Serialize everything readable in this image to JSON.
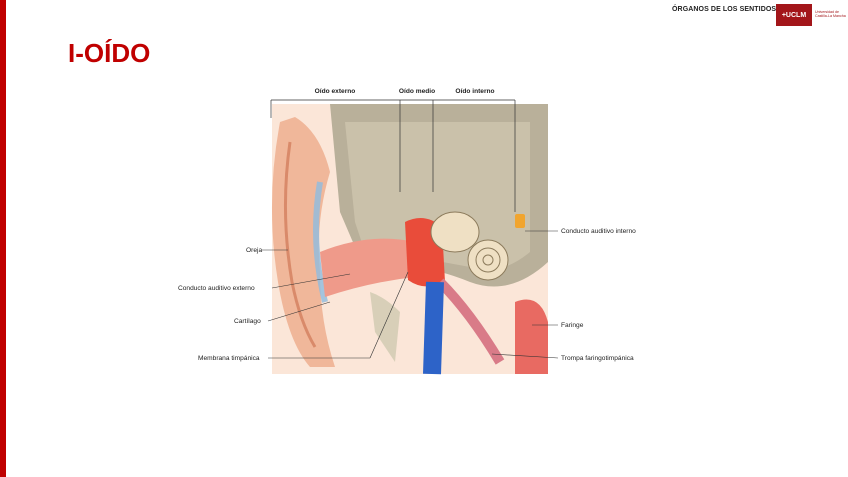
{
  "header": {
    "title": "ÓRGANOS DE LOS SENTIDOS"
  },
  "logo": {
    "text": "+UCLM",
    "subtitle": "Universidad de Castilla-La Mancha"
  },
  "page": {
    "title": "I-OÍDO"
  },
  "diagram": {
    "regions": {
      "outer": "Oído externo",
      "middle": "Oído medio",
      "inner": "Oído interno"
    },
    "labels": {
      "oreja": "Oreja",
      "conducto_externo": "Conducto auditivo externo",
      "cartilago": "Cartílago",
      "membrana": "Membrana timpánica",
      "conducto_interno": "Conducto auditivo interno",
      "faringe": "Faringe",
      "trompa": "Trompa faringotimpánica"
    }
  },
  "colors": {
    "accent": "#c00000",
    "logo": "#a3161a"
  }
}
